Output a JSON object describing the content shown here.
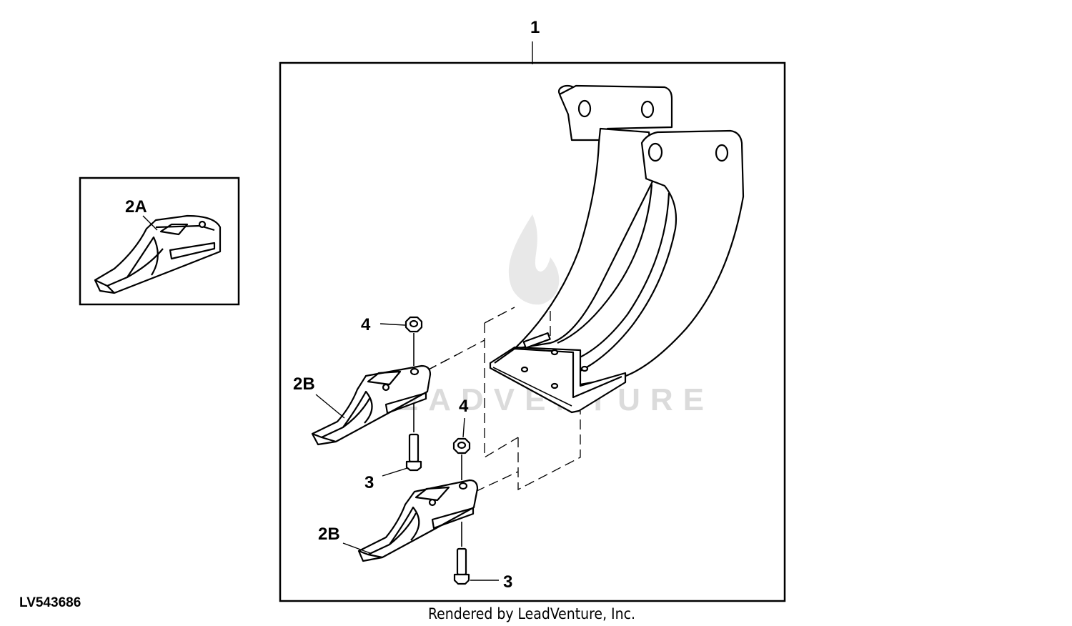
{
  "callouts": {
    "shank": "1",
    "tooth_2a": "2A",
    "tooth_2b_top": "2B",
    "tooth_2b_bottom": "2B",
    "nut_top": "4",
    "nut_bottom": "4",
    "bolt_top": "3",
    "bolt_bottom": "3"
  },
  "image_code": "LV543686",
  "footer_credit": "Rendered by LeadVenture, Inc.",
  "watermark": "LEADVENTURE",
  "colors": {
    "line": "#000000",
    "background": "#ffffff",
    "watermark": "#d8d8d8"
  }
}
